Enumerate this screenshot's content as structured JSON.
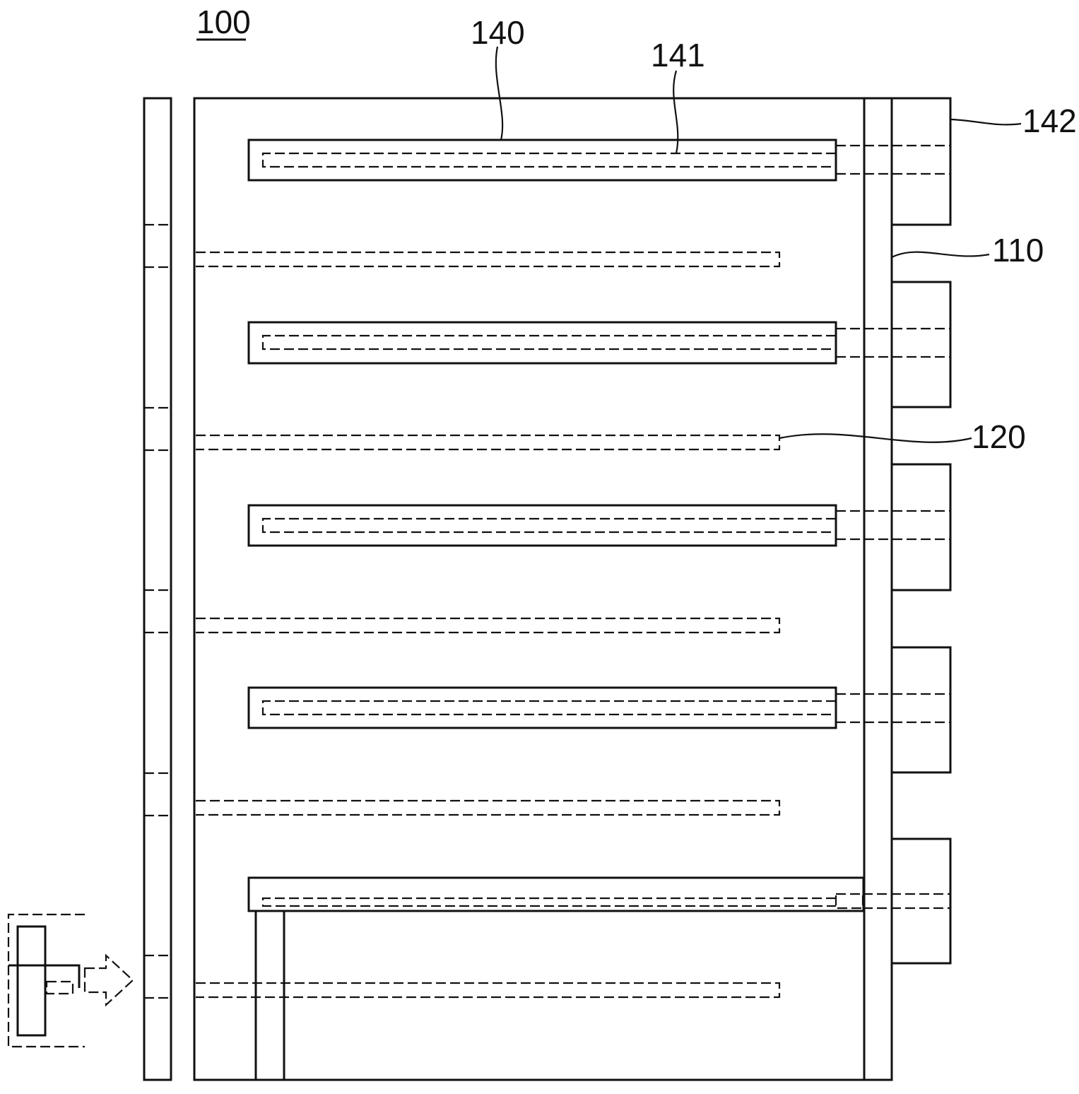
{
  "figure": {
    "reference_label": "100",
    "labels": {
      "strip_plate": "140",
      "strip_inner": "141",
      "side_block": "142",
      "frame": "110",
      "slot": "120"
    }
  }
}
